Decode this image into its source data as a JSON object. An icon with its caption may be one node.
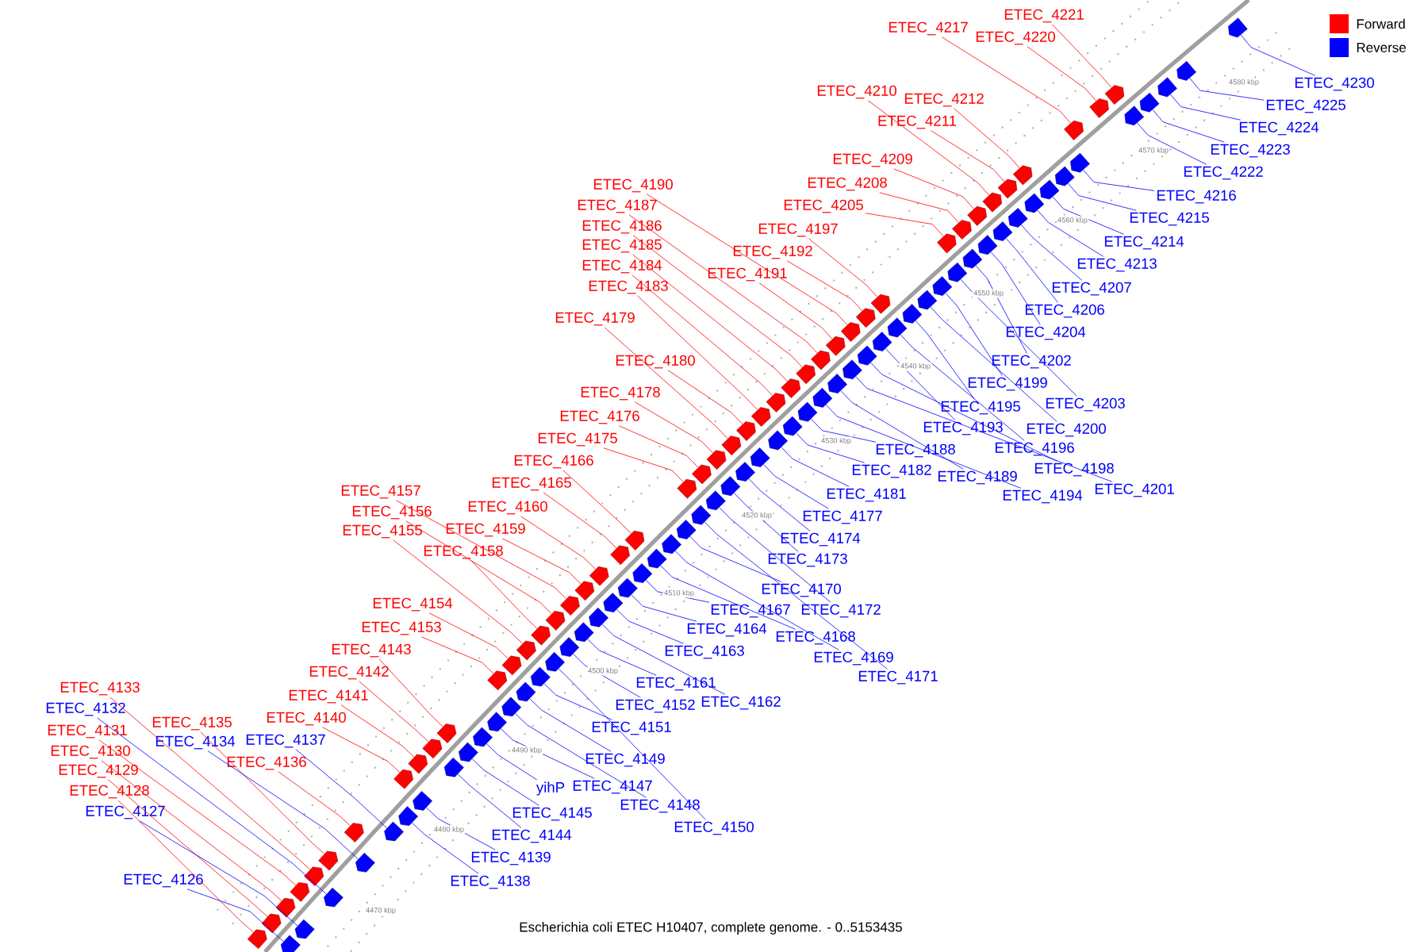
{
  "diagram": {
    "caption": "Escherichia coli ETEC H10407, complete genome. - 0..5153435",
    "nodes": [
      {
        "text": [
          "ETEC_4221"
        ]
      },
      {
        "text": [
          "ETEC_4217"
        ]
      },
      {
        "text": [
          "ETEC_4220"
        ]
      },
      {
        "text": [
          "ETEC_4230"
        ]
      },
      {
        "text": [
          "ETEC_4210"
        ]
      },
      {
        "text": [
          "ETEC_4212"
        ]
      },
      {
        "text": [
          "ETEC_4225"
        ]
      },
      {
        "text": [
          "ETEC_4211"
        ]
      },
      {
        "text": [
          "ETEC_4224"
        ]
      },
      {
        "text": [
          "ETEC_4223"
        ]
      },
      {
        "text": [
          "ETEC_4209"
        ]
      },
      {
        "text": [
          "ETEC_4222"
        ]
      },
      {
        "text": [
          "ETEC_4208"
        ]
      },
      {
        "text": [
          "ETEC_4190"
        ]
      },
      {
        "text": [
          "ETEC_4216"
        ]
      },
      {
        "text": [
          "ETEC_4205"
        ]
      },
      {
        "text": [
          "ETEC_4187"
        ]
      },
      {
        "text": [
          "ETEC_4215"
        ]
      },
      {
        "text": [
          "ETEC_4186"
        ]
      },
      {
        "text": [
          "ETEC_4197"
        ]
      },
      {
        "text": [
          "ETEC_4214"
        ]
      },
      {
        "text": [
          "ETEC_4185"
        ]
      },
      {
        "text": [
          "ETEC_4192"
        ]
      },
      {
        "text": [
          "ETEC_4213"
        ]
      },
      {
        "text": [
          "ETEC_4184"
        ]
      },
      {
        "text": [
          "ETEC_4191"
        ]
      },
      {
        "text": [
          "ETEC_4183"
        ]
      },
      {
        "text": [
          "ETEC_4207"
        ]
      },
      {
        "text": [
          "ETEC_4206"
        ]
      },
      {
        "text": [
          "ETEC_4179"
        ]
      },
      {
        "text": [
          "ETEC_4204"
        ]
      },
      {
        "text": [
          "ETEC_4180"
        ]
      },
      {
        "text": [
          "ETEC_4202"
        ]
      },
      {
        "text": [
          "ETEC_4199"
        ]
      },
      {
        "text": [
          "ETEC_4178"
        ]
      },
      {
        "text": [
          "ETEC_4203"
        ]
      },
      {
        "text": [
          "ETEC_4195"
        ]
      },
      {
        "text": [
          "ETEC_4176"
        ]
      },
      {
        "text": [
          "ETEC_4193"
        ]
      },
      {
        "text": [
          "ETEC_4200"
        ]
      },
      {
        "text": [
          "ETEC_4175"
        ]
      },
      {
        "text": [
          "ETEC_4196"
        ]
      },
      {
        "text": [
          "ETEC_4188"
        ]
      },
      {
        "text": [
          "ETEC_4166"
        ]
      },
      {
        "text": [
          "ETEC_4198"
        ]
      },
      {
        "text": [
          "ETEC_4182"
        ]
      },
      {
        "text": [
          "ETEC_4189"
        ]
      },
      {
        "text": [
          "ETEC_4165"
        ]
      },
      {
        "text": [
          "ETEC_4201"
        ]
      },
      {
        "text": [
          "ETEC_4157"
        ]
      },
      {
        "text": [
          "ETEC_4181"
        ]
      },
      {
        "text": [
          "ETEC_4194"
        ]
      },
      {
        "text": [
          "ETEC_4160"
        ]
      },
      {
        "text": [
          "ETEC_4156"
        ]
      },
      {
        "text": [
          "ETEC_4177"
        ]
      },
      {
        "text": [
          "ETEC_4159"
        ]
      },
      {
        "text": [
          "ETEC_4155"
        ]
      },
      {
        "text": [
          "ETEC_4174"
        ]
      },
      {
        "text": [
          "ETEC_4158"
        ]
      },
      {
        "text": [
          "ETEC_4173"
        ]
      },
      {
        "text": [
          "ETEC_4170"
        ]
      },
      {
        "text": [
          "ETEC_4154"
        ]
      },
      {
        "text": [
          "ETEC_4167"
        ]
      },
      {
        "text": [
          "ETEC_4172"
        ]
      },
      {
        "text": [
          "ETEC_4153"
        ]
      },
      {
        "text": [
          "ETEC_4164"
        ]
      },
      {
        "text": [
          "ETEC_4168"
        ]
      },
      {
        "text": [
          "ETEC_4143"
        ]
      },
      {
        "text": [
          "ETEC_4163"
        ]
      },
      {
        "text": [
          "ETEC_4169"
        ]
      },
      {
        "text": [
          "ETEC_4142"
        ]
      },
      {
        "text": [
          "ETEC_4171"
        ]
      },
      {
        "text": [
          "ETEC_4161"
        ]
      },
      {
        "text": [
          "ETEC_4133"
        ]
      },
      {
        "text": [
          "ETEC_4141"
        ]
      },
      {
        "text": [
          "ETEC_4162"
        ]
      },
      {
        "text": [
          "ETEC_4152"
        ]
      },
      {
        "text": [
          "ETEC_4132"
        ]
      },
      {
        "text": [
          "ETEC_4140"
        ]
      },
      {
        "text": [
          "ETEC_4135"
        ]
      },
      {
        "text": [
          "ETEC_4151"
        ]
      },
      {
        "text": [
          "ETEC_4131"
        ]
      },
      {
        "text": [
          "ETEC_4137"
        ]
      },
      {
        "text": [
          "ETEC_4134"
        ]
      },
      {
        "text": [
          "ETEC_4130"
        ]
      },
      {
        "text": [
          "ETEC_4149"
        ]
      },
      {
        "text": [
          "ETEC_4136"
        ]
      },
      {
        "text": [
          "ETEC_4129"
        ]
      },
      {
        "text": [
          "ETEC_4147"
        ]
      },
      {
        "text": [
          "yihP"
        ]
      },
      {
        "text": [
          "ETEC_4128"
        ]
      },
      {
        "text": [
          "ETEC_4148"
        ]
      },
      {
        "text": [
          "ETEC_4127"
        ]
      },
      {
        "text": [
          "ETEC_4145"
        ]
      },
      {
        "text": [
          "ETEC_4150"
        ]
      },
      {
        "text": [
          "ETEC_4144"
        ]
      },
      {
        "text": [
          "ETEC_4139"
        ]
      },
      {
        "text": [
          "ETEC_4126"
        ]
      },
      {
        "text": [
          "ETEC_4138"
        ]
      },
      {
        "text": [],
        "shape": "arrow"
      },
      {
        "text": [],
        "shape": "arrow"
      },
      {
        "text": [],
        "shape": "arrow"
      },
      {
        "text": [],
        "shape": "arrow"
      },
      {
        "text": [],
        "shape": "arrow"
      },
      {
        "text": [],
        "shape": "arrow"
      },
      {
        "text": [],
        "shape": "arrow"
      },
      {
        "text": [],
        "shape": "arrow"
      },
      {
        "text": [],
        "shape": "arrow"
      },
      {
        "text": [],
        "shape": "arrow"
      },
      {
        "text": [],
        "shape": "arrow"
      },
      {
        "text": [],
        "shape": "arrow"
      },
      {
        "text": [],
        "shape": "arrow"
      },
      {
        "text": [],
        "shape": "arrow"
      },
      {
        "text": [],
        "shape": "arrow"
      },
      {
        "text": [],
        "shape": "arrow"
      },
      {
        "text": [],
        "shape": "arrow"
      },
      {
        "text": [],
        "shape": "arrow"
      },
      {
        "text": [],
        "shape": "arrow"
      },
      {
        "text": [],
        "shape": "arrow"
      },
      {
        "text": [],
        "shape": "arrow"
      },
      {
        "text": [],
        "shape": "arrow"
      },
      {
        "text": [],
        "shape": "arrow"
      },
      {
        "text": [],
        "shape": "arrow"
      },
      {
        "text": [],
        "shape": "arrow"
      },
      {
        "text": [],
        "shape": "arrow"
      },
      {
        "text": [],
        "shape": "arrow"
      },
      {
        "text": [],
        "shape": "arrow"
      },
      {
        "text": [],
        "shape": "arrow"
      },
      {
        "text": [],
        "shape": "arrow"
      },
      {
        "text": [],
        "shape": "arrow"
      },
      {
        "text": [],
        "shape": "arrow"
      },
      {
        "text": [],
        "shape": "arrow"
      },
      {
        "text": [],
        "shape": "arrow"
      },
      {
        "text": [],
        "shape": "arrow"
      },
      {
        "text": [],
        "shape": "arrow"
      },
      {
        "text": [],
        "shape": "arrow"
      },
      {
        "text": [],
        "shape": "arrow"
      },
      {
        "text": [],
        "shape": "arrow"
      },
      {
        "text": [],
        "shape": "arrow"
      },
      {
        "text": [],
        "shape": "arrow"
      },
      {
        "text": [],
        "shape": "arrow"
      },
      {
        "text": [],
        "shape": "arrow"
      },
      {
        "text": [],
        "shape": "arrow"
      },
      {
        "text": [],
        "shape": "arrow"
      },
      {
        "text": [],
        "shape": "arrow"
      },
      {
        "text": [],
        "shape": "arrow"
      },
      {
        "text": [],
        "shape": "arrow"
      },
      {
        "text": [],
        "shape": "arrow"
      },
      {
        "text": [],
        "shape": "arrow"
      },
      {
        "text": [],
        "shape": "arrow"
      },
      {
        "text": [],
        "shape": "arrow"
      },
      {
        "text": [],
        "shape": "arrow"
      },
      {
        "text": [],
        "shape": "arrow"
      },
      {
        "text": [],
        "shape": "arrow"
      },
      {
        "text": [],
        "shape": "arrow"
      },
      {
        "text": [],
        "shape": "arrow"
      },
      {
        "text": [],
        "shape": "arrow"
      },
      {
        "text": [],
        "shape": "arrow"
      },
      {
        "text": [],
        "shape": "arrow"
      },
      {
        "text": [],
        "shape": "arrow"
      },
      {
        "text": [],
        "shape": "arrow"
      },
      {
        "text": [],
        "shape": "arrow"
      },
      {
        "text": [],
        "shape": "arrow"
      },
      {
        "text": [],
        "shape": "arrow"
      },
      {
        "text": [],
        "shape": "arrow"
      },
      {
        "text": [],
        "shape": "arrow"
      },
      {
        "text": [],
        "shape": "arrow"
      },
      {
        "text": [],
        "shape": "arrow"
      },
      {
        "text": [],
        "shape": "arrow"
      },
      {
        "text": [],
        "shape": "arrow"
      },
      {
        "text": [],
        "shape": "arrow"
      },
      {
        "text": [],
        "shape": "arrow"
      },
      {
        "text": [],
        "shape": "arrow"
      },
      {
        "text": [],
        "shape": "arrow"
      },
      {
        "text": [],
        "shape": "arrow"
      },
      {
        "text": [],
        "shape": "arrow"
      },
      {
        "text": [],
        "shape": "arrow"
      },
      {
        "text": [],
        "shape": "arrow"
      },
      {
        "text": [],
        "shape": "arrow"
      },
      {
        "text": [],
        "shape": "arrow"
      },
      {
        "text": [],
        "shape": "arrow"
      },
      {
        "text": [],
        "shape": "arrow"
      },
      {
        "text": [],
        "shape": "arrow"
      },
      {
        "text": [],
        "shape": "arrow"
      },
      {
        "text": [],
        "shape": "arrow"
      },
      {
        "text": [],
        "shape": "arrow"
      },
      {
        "text": [],
        "shape": "arrow"
      },
      {
        "text": [],
        "shape": "arrow"
      },
      {
        "text": [],
        "shape": "arrow"
      },
      {
        "text": [],
        "shape": "arrow"
      },
      {
        "text": [],
        "shape": "arrow"
      },
      {
        "text": [],
        "shape": "arrow"
      },
      {
        "text": [],
        "shape": "arrow"
      },
      {
        "text": [],
        "shape": "arrow"
      },
      {
        "text": [],
        "shape": "arrow"
      },
      {
        "text": [],
        "shape": "arrow"
      },
      {
        "text": [],
        "shape": "arrow"
      },
      {
        "text": [],
        "shape": "arrow"
      }
    ],
    "edges": [
      {
        "from": 0,
        "to": 100,
        "arrow": "none",
        "color": "#ff0000"
      },
      {
        "from": 1,
        "to": 104,
        "arrow": "none",
        "color": "#ff0000"
      },
      {
        "from": 2,
        "to": 101,
        "arrow": "none",
        "color": "#ff0000"
      },
      {
        "from": 3,
        "to": 99,
        "arrow": "none"
      },
      {
        "from": 4,
        "to": 109,
        "arrow": "none",
        "color": "#ff0000"
      },
      {
        "from": 5,
        "to": 107,
        "arrow": "none",
        "color": "#ff0000"
      },
      {
        "from": 6,
        "to": 102,
        "arrow": "none"
      },
      {
        "from": 7,
        "to": 108,
        "arrow": "none",
        "color": "#ff0000"
      },
      {
        "from": 8,
        "to": 103,
        "arrow": "none"
      },
      {
        "from": 9,
        "to": 105,
        "arrow": "none"
      },
      {
        "from": 10,
        "to": 111,
        "arrow": "none",
        "color": "#ff0000"
      },
      {
        "from": 11,
        "to": 106,
        "arrow": "none"
      },
      {
        "from": 12,
        "to": 113,
        "arrow": "none",
        "color": "#ff0000"
      },
      {
        "from": 13,
        "to": 126,
        "arrow": "none",
        "color": "#ff0000"
      },
      {
        "from": 14,
        "to": 110,
        "arrow": "none"
      },
      {
        "from": 15,
        "to": 116,
        "arrow": "none",
        "color": "#ff0000"
      },
      {
        "from": 16,
        "to": 133,
        "arrow": "none",
        "color": "#ff0000"
      },
      {
        "from": 17,
        "to": 112,
        "arrow": "none"
      },
      {
        "from": 18,
        "to": 134,
        "arrow": "none",
        "color": "#ff0000"
      },
      {
        "from": 19,
        "to": 120,
        "arrow": "none",
        "color": "#ff0000"
      },
      {
        "from": 20,
        "to": 114,
        "arrow": "none"
      },
      {
        "from": 21,
        "to": 135,
        "arrow": "none",
        "color": "#ff0000"
      },
      {
        "from": 22,
        "to": 127,
        "arrow": "none",
        "color": "#ff0000"
      },
      {
        "from": 23,
        "to": 115,
        "arrow": "none"
      },
      {
        "from": 24,
        "to": 138,
        "arrow": "none",
        "color": "#ff0000"
      },
      {
        "from": 25,
        "to": 129,
        "arrow": "none",
        "color": "#ff0000"
      },
      {
        "from": 26,
        "to": 139,
        "arrow": "none",
        "color": "#ff0000"
      },
      {
        "from": 27,
        "to": 117,
        "arrow": "none"
      },
      {
        "from": 28,
        "to": 118,
        "arrow": "none"
      },
      {
        "from": 29,
        "to": 141,
        "arrow": "none",
        "color": "#ff0000"
      },
      {
        "from": 30,
        "to": 119,
        "arrow": "none"
      },
      {
        "from": 31,
        "to": 142,
        "arrow": "none",
        "color": "#ff0000"
      },
      {
        "from": 32,
        "to": 121,
        "arrow": "none"
      },
      {
        "from": 33,
        "to": 123,
        "arrow": "none"
      },
      {
        "from": 34,
        "to": 143,
        "arrow": "none",
        "color": "#ff0000"
      },
      {
        "from": 35,
        "to": 122,
        "arrow": "none"
      },
      {
        "from": 36,
        "to": 125,
        "arrow": "none"
      },
      {
        "from": 37,
        "to": 144,
        "arrow": "none",
        "color": "#ff0000"
      },
      {
        "from": 38,
        "to": 130,
        "arrow": "none"
      },
      {
        "from": 39,
        "to": 124,
        "arrow": "none"
      },
      {
        "from": 40,
        "to": 145,
        "arrow": "none",
        "color": "#ff0000"
      },
      {
        "from": 41,
        "to": 128,
        "arrow": "none"
      },
      {
        "from": 42,
        "to": 140,
        "arrow": "none"
      },
      {
        "from": 43,
        "to": 149,
        "arrow": "none",
        "color": "#ff0000"
      },
      {
        "from": 44,
        "to": 131,
        "arrow": "none"
      },
      {
        "from": 45,
        "to": 146,
        "arrow": "none"
      },
      {
        "from": 46,
        "to": 136,
        "arrow": "none"
      },
      {
        "from": 47,
        "to": 151,
        "arrow": "none",
        "color": "#ff0000"
      },
      {
        "from": 48,
        "to": 132,
        "arrow": "none"
      },
      {
        "from": 49,
        "to": 161,
        "arrow": "none",
        "color": "#ff0000"
      },
      {
        "from": 50,
        "to": 147,
        "arrow": "none"
      },
      {
        "from": 51,
        "to": 137,
        "arrow": "none"
      },
      {
        "from": 52,
        "to": 159,
        "arrow": "none",
        "color": "#ff0000"
      },
      {
        "from": 53,
        "to": 163,
        "arrow": "none",
        "color": "#ff0000"
      },
      {
        "from": 54,
        "to": 148,
        "arrow": "none"
      },
      {
        "from": 55,
        "to": 160,
        "arrow": "none",
        "color": "#ff0000"
      },
      {
        "from": 56,
        "to": 164,
        "arrow": "none",
        "color": "#ff0000"
      },
      {
        "from": 57,
        "to": 150,
        "arrow": "none"
      },
      {
        "from": 58,
        "to": 165,
        "arrow": "none",
        "color": "#ff0000"
      },
      {
        "from": 59,
        "to": 152,
        "arrow": "none"
      },
      {
        "from": 60,
        "to": 155,
        "arrow": "none"
      },
      {
        "from": 61,
        "to": 167,
        "arrow": "none",
        "color": "#ff0000"
      },
      {
        "from": 62,
        "to": 158,
        "arrow": "none"
      },
      {
        "from": 63,
        "to": 153,
        "arrow": "none"
      },
      {
        "from": 64,
        "to": 169,
        "arrow": "none",
        "color": "#ff0000"
      },
      {
        "from": 65,
        "to": 162,
        "arrow": "none"
      },
      {
        "from": 66,
        "to": 157,
        "arrow": "none"
      },
      {
        "from": 67,
        "to": 177,
        "arrow": "none",
        "color": "#ff0000"
      },
      {
        "from": 68,
        "to": 166,
        "arrow": "none"
      },
      {
        "from": 69,
        "to": 156,
        "arrow": "none"
      },
      {
        "from": 70,
        "to": 178,
        "arrow": "none",
        "color": "#ff0000"
      },
      {
        "from": 71,
        "to": 154,
        "arrow": "none"
      },
      {
        "from": 72,
        "to": 170,
        "arrow": "none"
      },
      {
        "from": 73,
        "to": 191,
        "arrow": "none",
        "color": "#ff0000"
      },
      {
        "from": 74,
        "to": 179,
        "arrow": "none",
        "color": "#ff0000"
      },
      {
        "from": 75,
        "to": 168,
        "arrow": "none"
      },
      {
        "from": 76,
        "to": 171,
        "arrow": "none"
      },
      {
        "from": 77,
        "to": 190,
        "arrow": "none"
      },
      {
        "from": 78,
        "to": 181,
        "arrow": "none",
        "color": "#ff0000"
      },
      {
        "from": 79,
        "to": 189,
        "arrow": "none",
        "color": "#ff0000"
      },
      {
        "from": 80,
        "to": 172,
        "arrow": "none"
      },
      {
        "from": 81,
        "to": 192,
        "arrow": "none",
        "color": "#ff0000"
      },
      {
        "from": 82,
        "to": 184,
        "arrow": "none"
      },
      {
        "from": 83,
        "to": 186,
        "arrow": "none"
      },
      {
        "from": 84,
        "to": 193,
        "arrow": "none",
        "color": "#ff0000"
      },
      {
        "from": 85,
        "to": 174,
        "arrow": "none"
      },
      {
        "from": 86,
        "to": 185,
        "arrow": "none",
        "color": "#ff0000"
      },
      {
        "from": 87,
        "to": 194,
        "arrow": "none",
        "color": "#ff0000"
      },
      {
        "from": 88,
        "to": 176,
        "arrow": "none"
      },
      {
        "from": 89,
        "to": 180,
        "arrow": "none"
      },
      {
        "from": 90,
        "to": 195,
        "arrow": "none",
        "color": "#ff0000"
      },
      {
        "from": 91,
        "to": 175,
        "arrow": "none"
      },
      {
        "from": 92,
        "to": 196,
        "arrow": "none"
      },
      {
        "from": 93,
        "to": 182,
        "arrow": "none"
      },
      {
        "from": 94,
        "to": 173,
        "arrow": "none"
      },
      {
        "from": 95,
        "to": 183,
        "arrow": "none"
      },
      {
        "from": 96,
        "to": 187,
        "arrow": "none"
      },
      {
        "from": 97,
        "to": 197,
        "arrow": "none"
      },
      {
        "from": 98,
        "to": 188,
        "arrow": "none"
      }
    ],
    "labels": [
      "4470 kbp",
      "4480 kbp",
      "4490 kbp",
      "4500 kbp",
      "4510 kbp",
      "4520 kbp",
      "4530 kbp",
      "4540 kbp",
      "4550 kbp",
      "4560 kbp",
      "4570 kbp",
      "4580 kbp"
    ],
    "legend": [
      {
        "text": "Forward",
        "color": "#ff0000"
      },
      {
        "text": "Reverse",
        "color": "#0000ff"
      }
    ]
  }
}
